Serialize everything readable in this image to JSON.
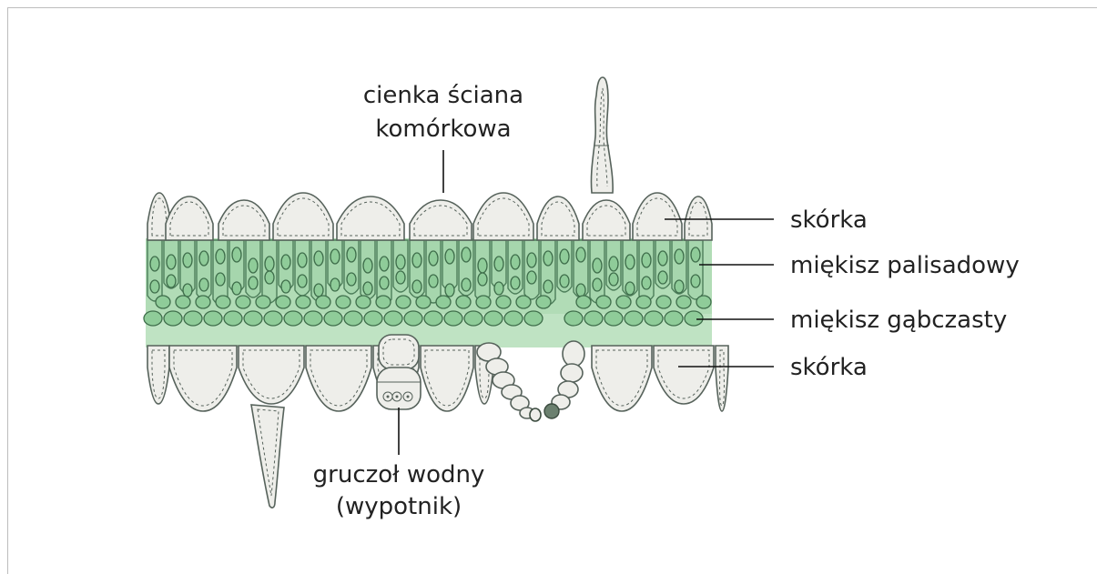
{
  "labels": {
    "thin_wall_line1": "cienka ściana",
    "thin_wall_line2": "komórkowa",
    "epidermis_top": "skórka",
    "palisade": "miękisz palisadowy",
    "spongy": "miękisz gąbczasty",
    "epidermis_bottom": "skórka",
    "gland_line1": "gruczoł wodny",
    "gland_line2": "(wypotnik)"
  },
  "colors": {
    "mesophyll": "#a6d6ad",
    "chloroplast_cells": "#8fcc99",
    "epidermis": "#eeeeea",
    "outline": "#56625b"
  }
}
